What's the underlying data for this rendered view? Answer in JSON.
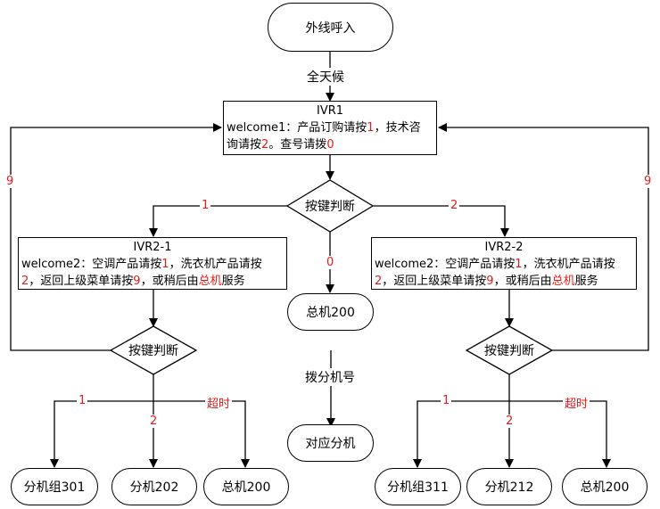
{
  "start": "外线呼入",
  "all_day": "全天候",
  "ivr1": {
    "title": "IVR1",
    "l1_a": "welcome1：产品订购请按",
    "l1_b": "1",
    "l1_c": "，技术咨",
    "l2_a": "询请按",
    "l2_b": "2",
    "l2_c": "。查号请拨",
    "l2_d": "0"
  },
  "decision_main": "按键判断",
  "decision_left": "按键判断",
  "decision_right": "按键判断",
  "ivr2_1": {
    "title": "IVR2-1",
    "l1_a": "welcome2：空调产品请按",
    "l1_b": "1",
    "l1_c": "，洗衣机产品请按",
    "l2_a": "2",
    "l2_b": "，返回上级菜单请按",
    "l2_c": "9",
    "l2_d": "，或稍后由",
    "l2_e": "总机",
    "l2_f": "服务"
  },
  "ivr2_2": {
    "title": "IVR2-2",
    "l1_a": "welcome2：空调产品请按",
    "l1_b": "1",
    "l1_c": "，洗衣机产品请按",
    "l2_a": "2",
    "l2_b": "，返回上级菜单请按",
    "l2_c": "9",
    "l2_d": "，或稍后由",
    "l2_e": "总机",
    "l2_f": "服务"
  },
  "edge_labels": {
    "main_1": "1",
    "main_2": "2",
    "main_0": "0",
    "left_9": "9",
    "right_9": "9",
    "left_1": "1",
    "left_2": "2",
    "left_timeout": "超时",
    "right_1": "1",
    "right_2": "2",
    "right_timeout": "超时"
  },
  "dial_ext": "拨分机号",
  "nodes": {
    "operator_center": "总机200",
    "ext_lookup": "对应分机",
    "group301": "分机组301",
    "ext202": "分机202",
    "op200_left": "总机200",
    "group311": "分机组311",
    "ext212": "分机212",
    "op200_right": "总机200"
  },
  "colors": {
    "line": "#000000",
    "accent_red": "#e21b1b"
  }
}
